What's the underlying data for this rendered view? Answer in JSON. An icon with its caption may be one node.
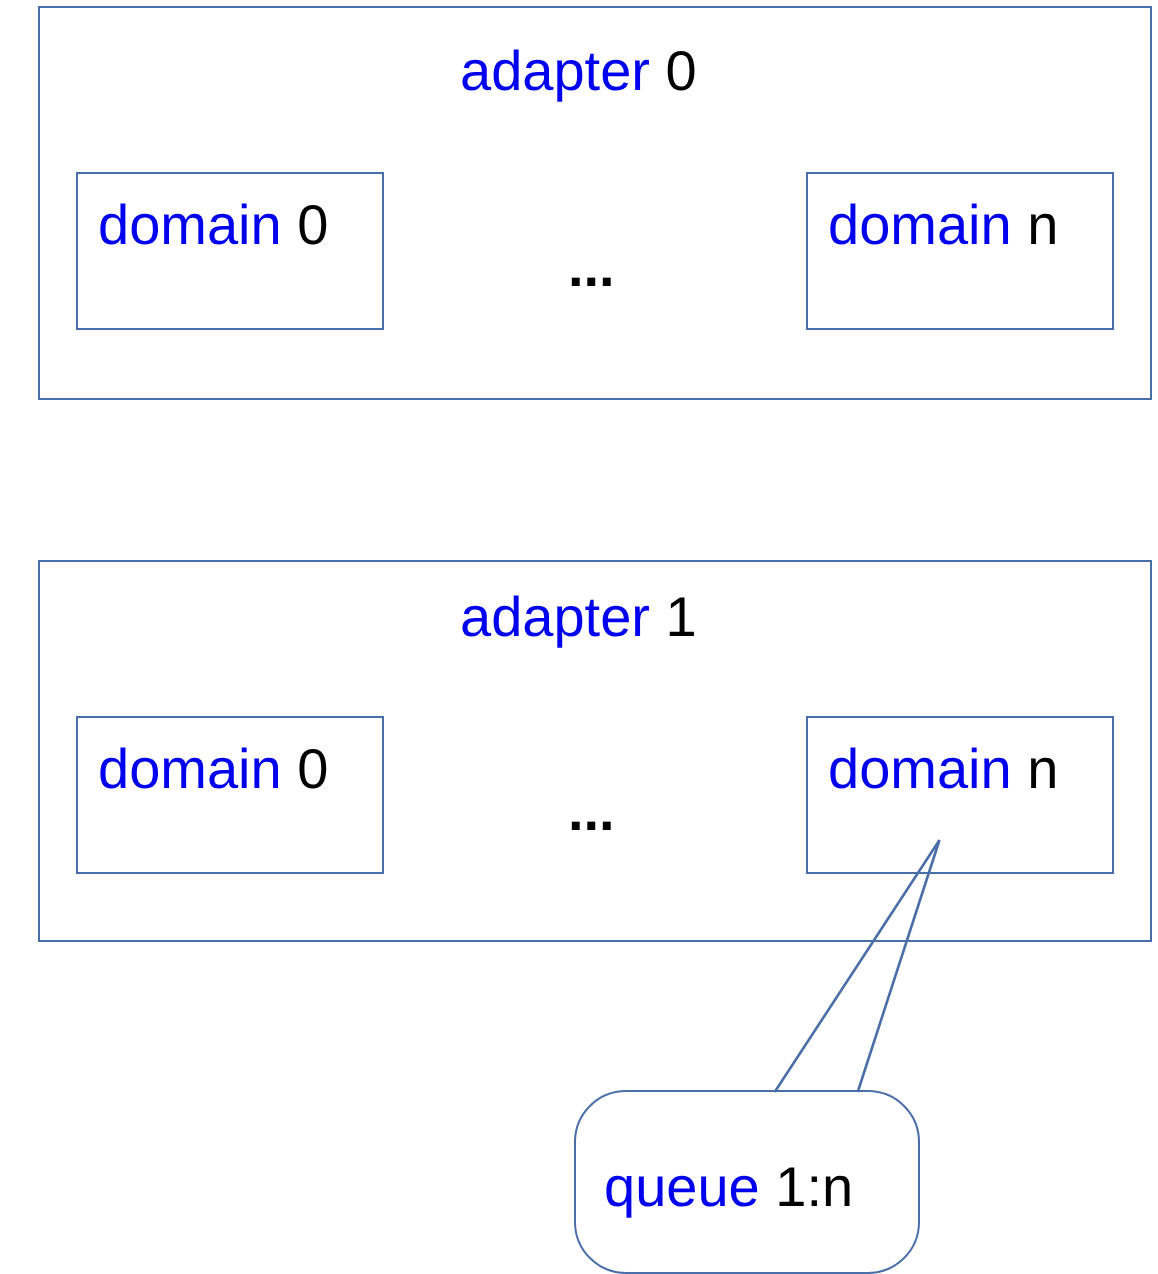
{
  "diagram": {
    "nodes": [
      {
        "text": [
          "adapter 0"
        ]
      },
      {
        "text": [
          "domain 0"
        ],
        "in": 0
      },
      {
        "text": [
          "domain n"
        ],
        "in": 0
      },
      {
        "text": [
          "adapter 1"
        ]
      },
      {
        "text": [
          "domain 0"
        ],
        "in": 3
      },
      {
        "text": [
          "domain n"
        ],
        "in": 3
      },
      {
        "text": [
          "queue 1:n"
        ]
      }
    ],
    "edges": [
      {
        "from": 6,
        "to": 5,
        "arrow": "none"
      }
    ],
    "labels": [
      "...",
      "..."
    ]
  }
}
